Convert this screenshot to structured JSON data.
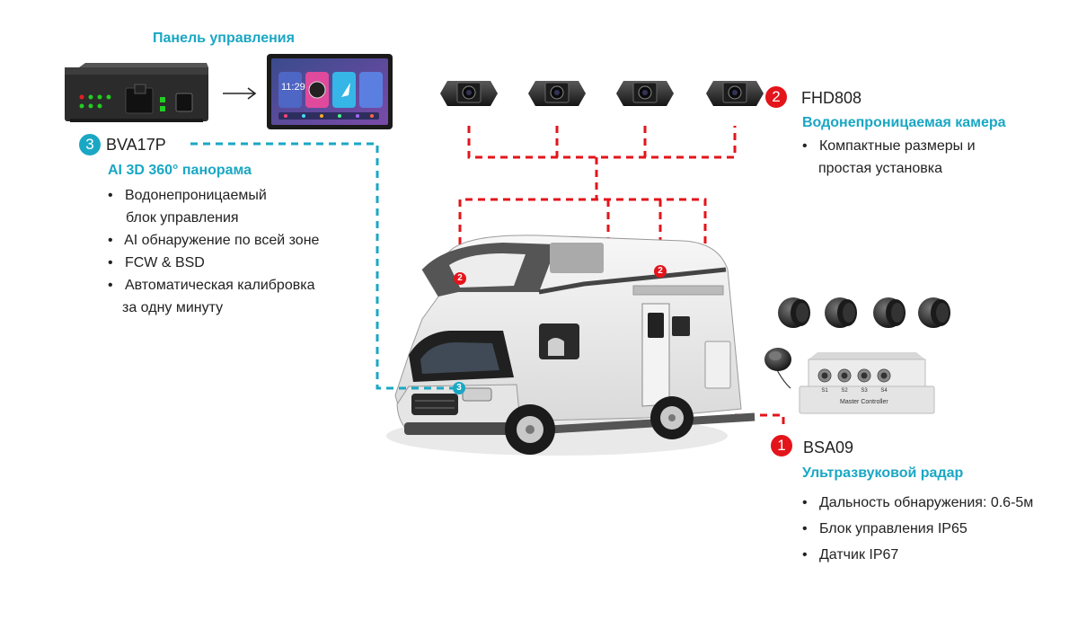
{
  "control_panel": {
    "title": "Панель управления"
  },
  "bva": {
    "number": "3",
    "model": "BVA17P",
    "subtitle": "AI 3D 360° панорама",
    "bullets": [
      {
        "line1": "Водонепроницаемый",
        "line2": "блок управления"
      },
      {
        "line1": "AI обнаружение по всей зоне",
        "line2": ""
      },
      {
        "line1": "FCW & BSD",
        "line2": ""
      },
      {
        "line1": "Автоматическая калибровка",
        "line2": "за одну минуту"
      }
    ]
  },
  "fhd": {
    "number": "2",
    "model": "FHD808",
    "subtitle": "Водонепроницаемая камера",
    "bullets": [
      {
        "line1": "Компактные размеры и",
        "line2": "простая установка"
      }
    ]
  },
  "bsa": {
    "number": "1",
    "model": "BSA09",
    "subtitle": "Ультразвуковой радар",
    "bullets": [
      {
        "line1": "Дальность обнаружения: 0.6-5м"
      },
      {
        "line1": "Блок управления IP65"
      },
      {
        "line1": "Датчик IP67"
      }
    ]
  },
  "tablet": {
    "time": "11:29"
  },
  "controller": {
    "label": "Master Controller",
    "ports": [
      "S1",
      "S2",
      "S3",
      "S4"
    ]
  },
  "rv_markers": {
    "camera": "2",
    "panorama": "3"
  },
  "bullet_symbol": "•",
  "colors": {
    "cyan": "#1aa7c4",
    "red": "#e4141b",
    "dark": "#222222"
  }
}
